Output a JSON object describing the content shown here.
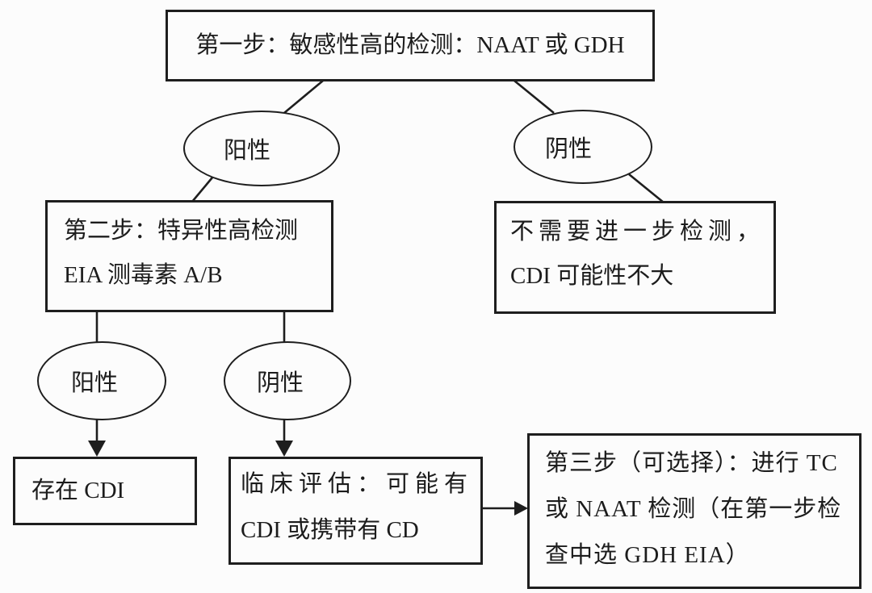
{
  "colors": {
    "background": "#fcfcfc",
    "line": "#1e1e1e",
    "text": "#1c1c1c"
  },
  "nodes": {
    "step1": {
      "text": "第一步：敏感性高的检测：NAAT 或 GDH"
    },
    "positive1": {
      "text": "阳性"
    },
    "negative1": {
      "text": "阴性"
    },
    "step2": {
      "lines": [
        "第二步：特异性高检测",
        "EIA 测毒素 A/B"
      ]
    },
    "no_further_test": {
      "lines": [
        "不需要进一步检测，",
        "CDI 可能性不大"
      ]
    },
    "positive2": {
      "text": "阳性"
    },
    "negative2": {
      "text": "阴性"
    },
    "cdi_present": {
      "text": "存在 CDI"
    },
    "clinical_assessment": {
      "lines": [
        "临床评估：可能有",
        "CDI 或携带有 CD"
      ]
    },
    "step3": {
      "lines": [
        "第三步（可选择）：进行 TC",
        "或 NAAT 检测（在第一步检",
        "查中选 GDH EIA）"
      ]
    }
  }
}
